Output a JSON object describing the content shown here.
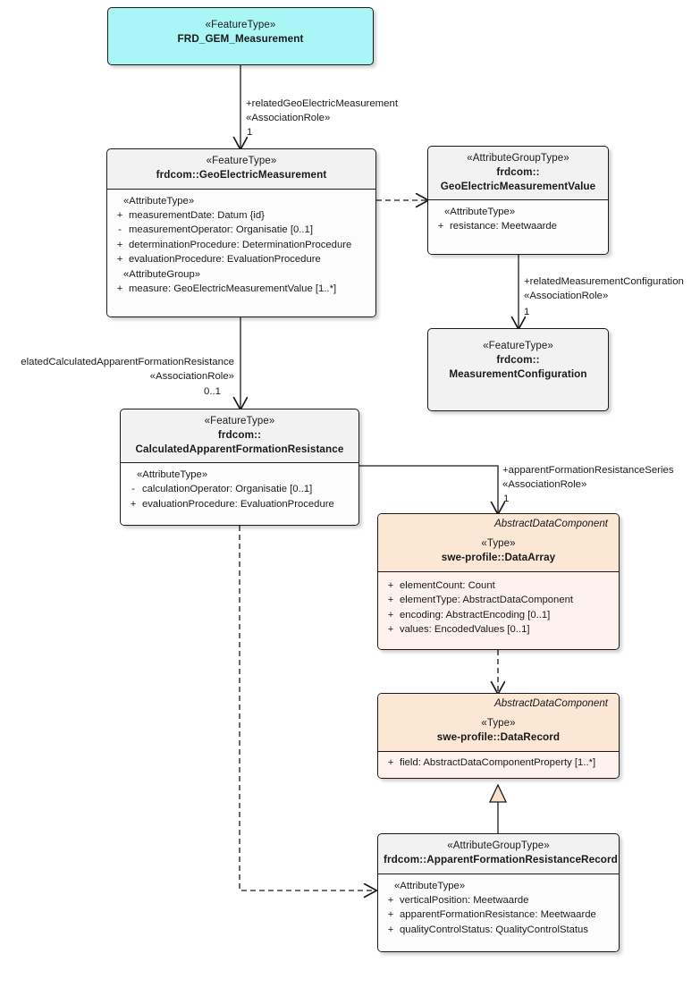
{
  "diagram": {
    "kind": "uml-class-diagram",
    "colors": {
      "feature_type_fill": "#f2f2f2",
      "highlight_fill": "#aaf5f5",
      "external_type_fill": "#fce6d4",
      "line": "#1a1a1a"
    }
  },
  "classes": {
    "frd_gem_measurement": {
      "stereotype": "«FeatureType»",
      "name": "FRD_GEM_Measurement"
    },
    "geo_electric_measurement": {
      "stereotype": "«FeatureType»",
      "name": "frdcom::GeoElectricMeasurement",
      "groups": [
        {
          "label": "«AttributeType»",
          "attributes": [
            {
              "visibility": "+",
              "signature": "measurementDate: Datum {id}"
            },
            {
              "visibility": "-",
              "signature": "measurementOperator: Organisatie [0..1]"
            },
            {
              "visibility": "+",
              "signature": "determinationProcedure: DeterminationProcedure"
            },
            {
              "visibility": "+",
              "signature": "evaluationProcedure: EvaluationProcedure"
            }
          ]
        },
        {
          "label": "«AttributeGroup»",
          "attributes": [
            {
              "visibility": "+",
              "signature": "measure: GeoElectricMeasurementValue [1..*]"
            }
          ]
        }
      ]
    },
    "geo_electric_measurement_value": {
      "stereotype": "«AttributeGroupType»",
      "name_line1": "frdcom::",
      "name_line2": "GeoElectricMeasurementValue",
      "groups": [
        {
          "label": "«AttributeType»",
          "attributes": [
            {
              "visibility": "+",
              "signature": "resistance: Meetwaarde"
            }
          ]
        }
      ]
    },
    "measurement_configuration": {
      "stereotype": "«FeatureType»",
      "name_line1": "frdcom::",
      "name_line2": "MeasurementConfiguration"
    },
    "calculated_apparent_formation_resistance": {
      "stereotype": "«FeatureType»",
      "name_line1": "frdcom::",
      "name_line2": "CalculatedApparentFormationResistance",
      "groups": [
        {
          "label": "«AttributeType»",
          "attributes": [
            {
              "visibility": "-",
              "signature": "calculationOperator: Organisatie [0..1]"
            },
            {
              "visibility": "+",
              "signature": "evaluationProcedure: EvaluationProcedure"
            }
          ]
        }
      ]
    },
    "data_array": {
      "abstract_supertype": "AbstractDataComponent",
      "stereotype": "«Type»",
      "name": "swe-profile::DataArray",
      "groups": [
        {
          "label": "",
          "attributes": [
            {
              "visibility": "+",
              "signature": "elementCount: Count"
            },
            {
              "visibility": "+",
              "signature": "elementType: AbstractDataComponent"
            },
            {
              "visibility": "+",
              "signature": "encoding: AbstractEncoding [0..1]"
            },
            {
              "visibility": "+",
              "signature": "values: EncodedValues [0..1]"
            }
          ]
        }
      ]
    },
    "data_record": {
      "abstract_supertype": "AbstractDataComponent",
      "stereotype": "«Type»",
      "name": "swe-profile::DataRecord",
      "groups": [
        {
          "label": "",
          "attributes": [
            {
              "visibility": "+",
              "signature": "field: AbstractDataComponentProperty [1..*]"
            }
          ]
        }
      ]
    },
    "apparent_formation_resistance_record": {
      "stereotype": "«AttributeGroupType»",
      "name": "frdcom::ApparentFormationResistanceRecord",
      "groups": [
        {
          "label": "«AttributeType»",
          "attributes": [
            {
              "visibility": "+",
              "signature": "verticalPosition: Meetwaarde"
            },
            {
              "visibility": "+",
              "signature": "apparentFormationResistance: Meetwaarde"
            },
            {
              "visibility": "+",
              "signature": "qualityControlStatus: QualityControlStatus"
            }
          ]
        }
      ]
    }
  },
  "associations": {
    "related_geo_electric_measurement": {
      "role": "+relatedGeoElectricMeasurement",
      "stereotype": "«AssociationRole»",
      "multiplicity": "1"
    },
    "related_measurement_configuration": {
      "role": "+relatedMeasurementConfiguration",
      "stereotype": "«AssociationRole»",
      "multiplicity": "1"
    },
    "related_calculated_apparent_formation_resistance": {
      "role": "elatedCalculatedApparentFormationResistance",
      "stereotype": "«AssociationRole»",
      "multiplicity": "0..1"
    },
    "apparent_formation_resistance_series": {
      "role": "+apparentFormationResistanceSeries",
      "stereotype": "«AssociationRole»",
      "multiplicity": "1"
    }
  }
}
